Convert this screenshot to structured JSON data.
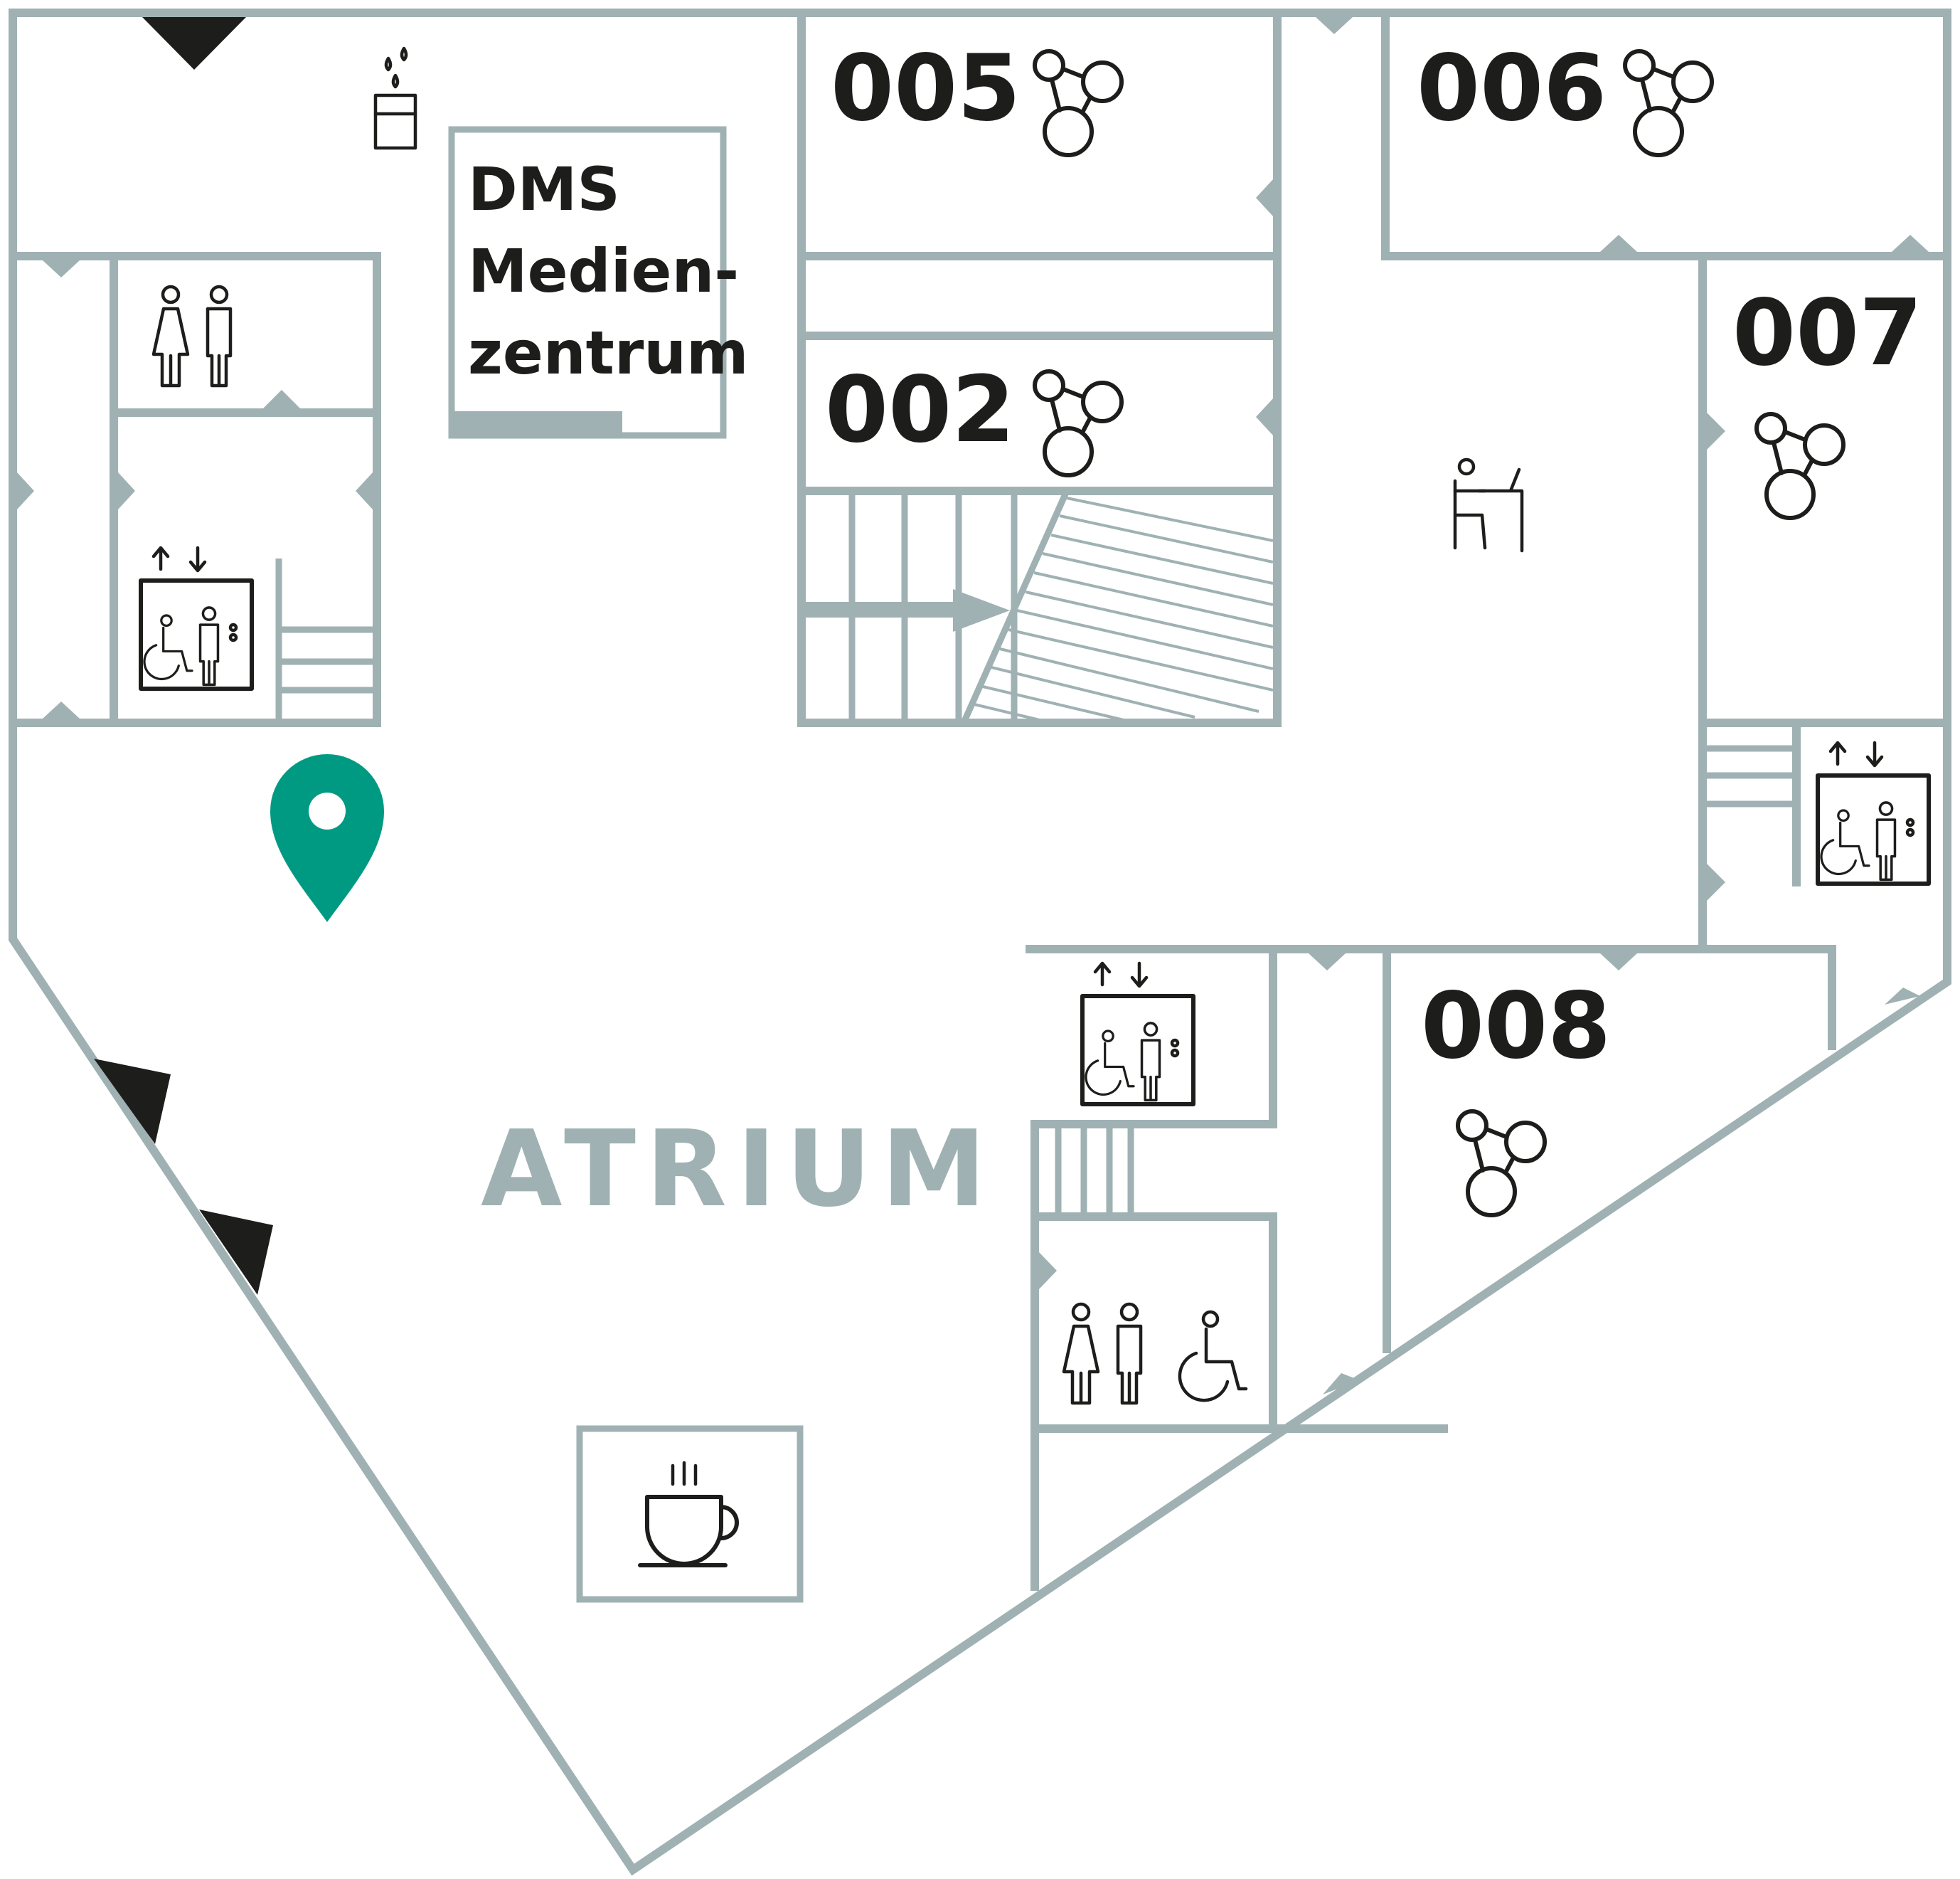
{
  "rooms": {
    "r005": "005",
    "r006": "006",
    "r002": "002",
    "r007": "007",
    "r008": "008"
  },
  "media_center": {
    "line1": "DMS",
    "line2": "Medien-",
    "line3": "zentrum"
  },
  "atrium_label": "ATRIUM",
  "colors": {
    "walls": "#9fb1b3",
    "marker": "#009a82",
    "icons": "#1d1d1b"
  },
  "icons": {
    "room": "network-nodes-icon",
    "elevator": "accessible-elevator-icon",
    "toilet": "restroom-icon",
    "cafe": "coffee-cup-icon",
    "water": "drinking-water-icon",
    "workspace": "workstation-icon",
    "location": "location-pin-icon",
    "entrance": "entrance-triangle-icon"
  }
}
